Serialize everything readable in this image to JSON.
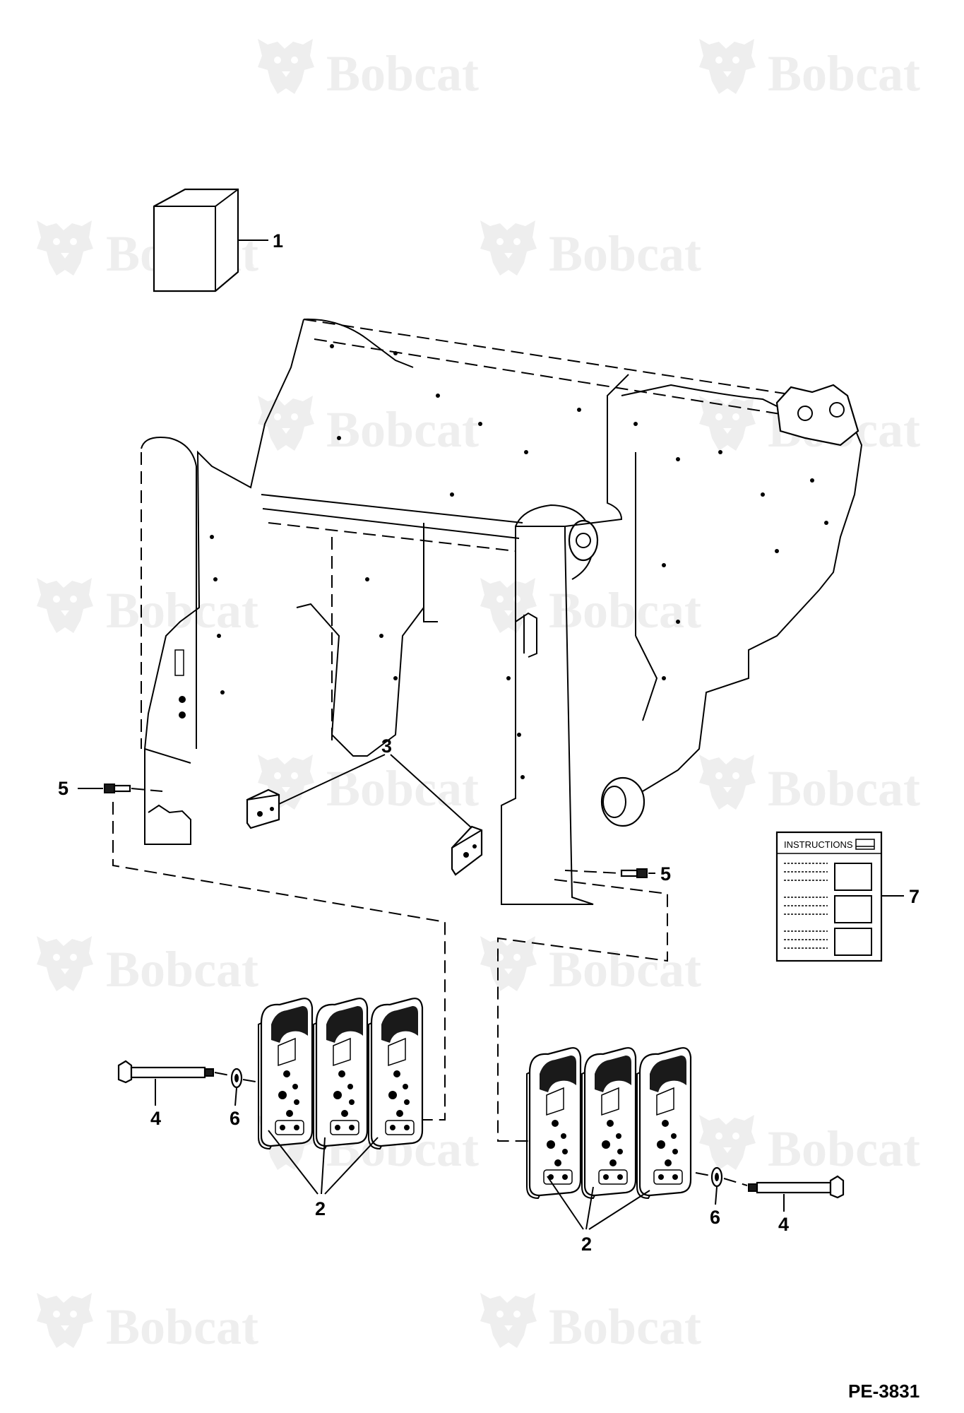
{
  "watermark": {
    "brand": "Bobcat",
    "registered_mark": "®",
    "icon": "bobcat-head-icon"
  },
  "callouts": [
    {
      "id": "callout-1",
      "label": "1"
    },
    {
      "id": "callout-2a",
      "label": "2"
    },
    {
      "id": "callout-2b",
      "label": "2"
    },
    {
      "id": "callout-3",
      "label": "3"
    },
    {
      "id": "callout-4a",
      "label": "4"
    },
    {
      "id": "callout-4b",
      "label": "4"
    },
    {
      "id": "callout-5a",
      "label": "5"
    },
    {
      "id": "callout-5b",
      "label": "5"
    },
    {
      "id": "callout-6a",
      "label": "6"
    },
    {
      "id": "callout-6b",
      "label": "6"
    },
    {
      "id": "callout-7",
      "label": "7"
    }
  ],
  "instructions_sheet": {
    "title": "INSTRUCTIONS"
  },
  "document_code": "PE-3831",
  "colors": {
    "line": "#000000",
    "watermark": "#eeeeee",
    "background": "#ffffff"
  }
}
